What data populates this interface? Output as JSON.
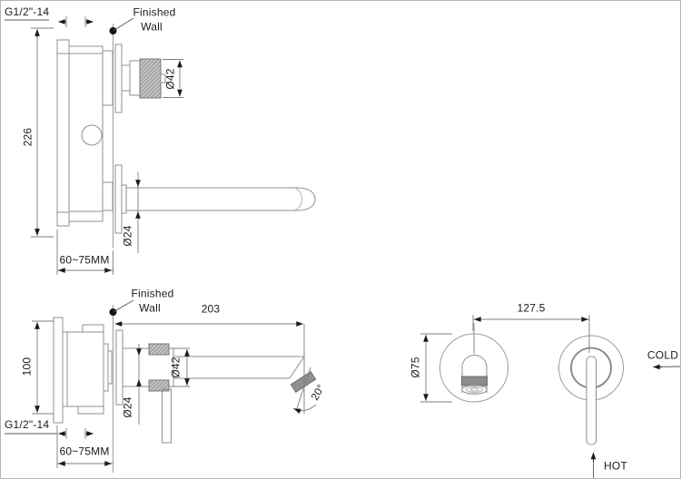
{
  "meta": {
    "drawing_type": "wall-mounted basin mixer installation dimensions",
    "colors": {
      "outline": "#8f8f8f",
      "dim_line": "#7d7d7d",
      "arrow_and_text": "#1b1b1b",
      "knurl_fill": "#c2c2c2",
      "band_fill": "#8c8c8c"
    }
  },
  "views": {
    "side": {
      "thread_label": "G1/2\"-14",
      "finished_wall_line1": "Finished",
      "finished_wall_line2": "Wall",
      "handle_diameter": "Ø42",
      "overall_height": "226",
      "spout_diameter": "Ø24",
      "wall_depth_range": "60~75MM"
    },
    "plan": {
      "finished_wall_line1": "Finished",
      "finished_wall_line2": "Wall",
      "spout_reach": "203",
      "body_height": "100",
      "trim_diameter": "Ø42",
      "spout_diameter": "Ø24",
      "thread_label": "G1/2\"-14",
      "wall_depth_range": "60~75MM",
      "spout_angle": "20°"
    },
    "front": {
      "center_distance": "127.5",
      "escutcheon_diameter": "Ø75",
      "cold_label": "COLD",
      "hot_label": "HOT"
    }
  }
}
